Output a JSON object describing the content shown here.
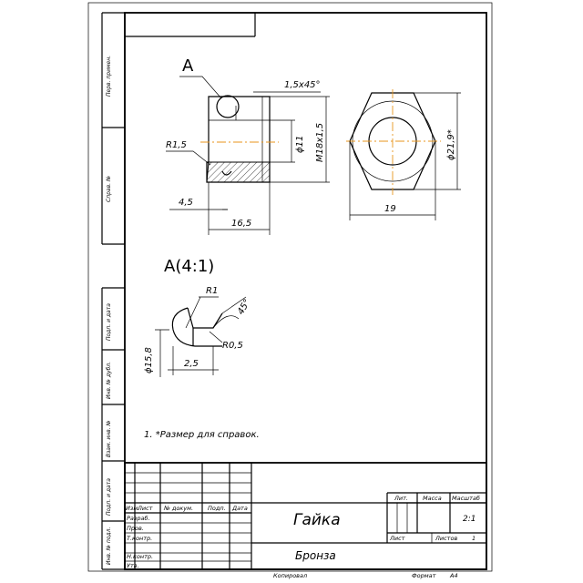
{
  "side_strip": {
    "perv_primen": "Перв. примен.",
    "sprav_no": "Справ. №",
    "podp_data_1": "Подп. и дата",
    "inv_dubl": "Инв. № дубл.",
    "vzam_inv": "Взам. инв. №",
    "podp_data_2": "Подп. и дата",
    "inv_podl": "Инв. № подл."
  },
  "views": {
    "callout_letter": "А",
    "detail_title": "А(4:1)"
  },
  "dimensions": {
    "chamfer": "1,5х45°",
    "r15": "R1,5",
    "d11": "ϕ11",
    "thread": "М18х1,5",
    "d45": "4,5",
    "d165": "16,5",
    "d219": "ϕ21,9*",
    "d19": "19",
    "r1": "R1",
    "angle": "45°",
    "r05": "R0,5",
    "d158": "ϕ15,8",
    "d25": "2,5"
  },
  "note": "1. *Размер для справок.",
  "title_block": {
    "headers": {
      "izm": "Изм.",
      "list": "Лист",
      "doc_no": "№ докум.",
      "podp": "Подп.",
      "data": "Дата"
    },
    "rows": {
      "razrab": "Разраб.",
      "prov": "Пров.",
      "t_kontr": "Т.контр.",
      "n_kontr": "Н.контр.",
      "utv": "Утв."
    },
    "part_name": "Гайка",
    "material": "Бронза",
    "lit": "Лит.",
    "massa": "Масса",
    "masshtab": "Масштаб",
    "scale_value": "2:1",
    "sheet_label": "Лист",
    "sheets_label": "Листов",
    "sheets_value": "1",
    "copied": "Копировал",
    "format_label": "Формат",
    "format_value": "А4"
  }
}
